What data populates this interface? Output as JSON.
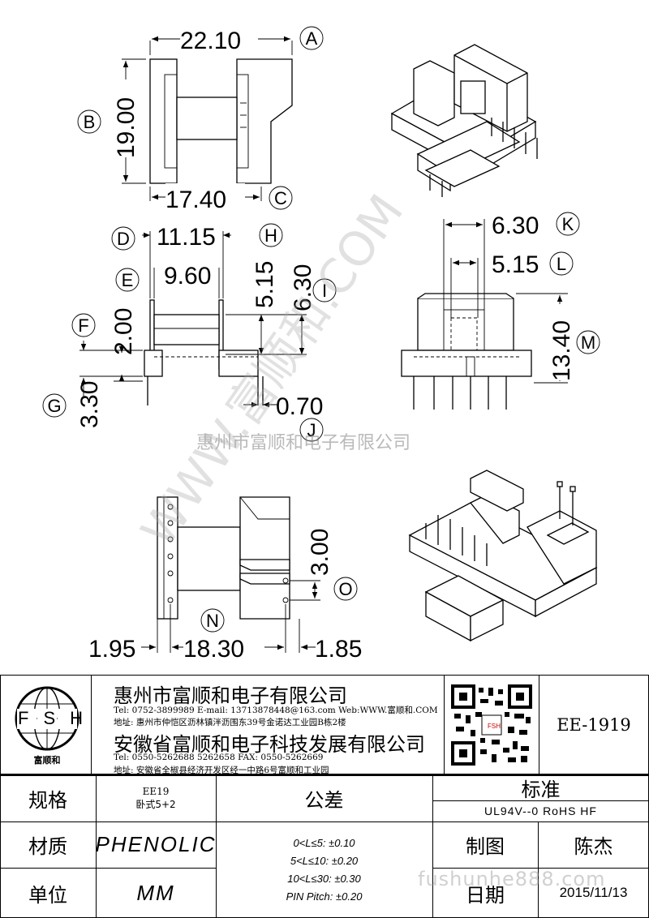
{
  "dimensions": {
    "A": {
      "label": "A",
      "value": "22.10"
    },
    "B": {
      "label": "B",
      "value": "19.00"
    },
    "C": {
      "label": "C",
      "value": "17.40"
    },
    "D": {
      "label": "D",
      "value": "11.15"
    },
    "E": {
      "label": "E",
      "value": "9.60"
    },
    "F": {
      "label": "F",
      "value": "2.00"
    },
    "G": {
      "label": "G",
      "value": "3.30"
    },
    "H": {
      "label": "H",
      "value": "5.15"
    },
    "I": {
      "label": "I",
      "value": "6.30"
    },
    "J": {
      "label": "J",
      "value": "0.70"
    },
    "K": {
      "label": "K",
      "value": "6.30"
    },
    "L": {
      "label": "L",
      "value": "5.15"
    },
    "M": {
      "label": "M",
      "value": "13.40"
    },
    "N": {
      "label": "N",
      "value": "18.30"
    },
    "N_left": {
      "value": "1.95"
    },
    "N_right": {
      "value": "1.85"
    },
    "O": {
      "label": "O",
      "value": "3.00"
    }
  },
  "watermark": {
    "company": "惠州市富顺和电子有限公司",
    "diagonal": "WWW.富顺和.COM",
    "url": "fushunhe888.com"
  },
  "title_block": {
    "logo": {
      "letters": [
        "F",
        "S",
        "H"
      ],
      "caption": "富顺和"
    },
    "company1": {
      "name": "惠州市富顺和电子有限公司",
      "contact": "Tel:  0752-3899989   E-mail: 13713878448@163.com   Web:WWW.富顺和.COM",
      "address": "地址: 惠州市仲恺区沥林镇泮沥围东39号金诺达工业园B栋2楼"
    },
    "company2": {
      "name": "安徽省富顺和电子科技发展有限公司",
      "contact": "Tel:   0550-5262688   5262658        FAX:  0550-5262669",
      "address": "地址: 安徽省全椒县经济开发区经一中路6号富顺和工业园"
    },
    "qr_caption": "FSH",
    "part_number": "EE-1919",
    "spec_label": "规格",
    "spec_value_1": "EE19",
    "spec_value_2": "卧式5+2",
    "tolerance_label": "公差",
    "tolerances": [
      "0<L≤5: ±0.10",
      "5<L≤10: ±0.20",
      "10<L≤30: ±0.30",
      "PIN Pitch: ±0.20"
    ],
    "standard_label": "标准",
    "standard_value": "UL94V--0  RoHS HF",
    "material_label": "材质",
    "material_value": "PHENOLIC",
    "drawn_label": "制图",
    "drawn_value": "陈杰",
    "unit_label": "单位",
    "unit_value": "MM",
    "date_label": "日期",
    "date_value": "2015/11/13"
  }
}
